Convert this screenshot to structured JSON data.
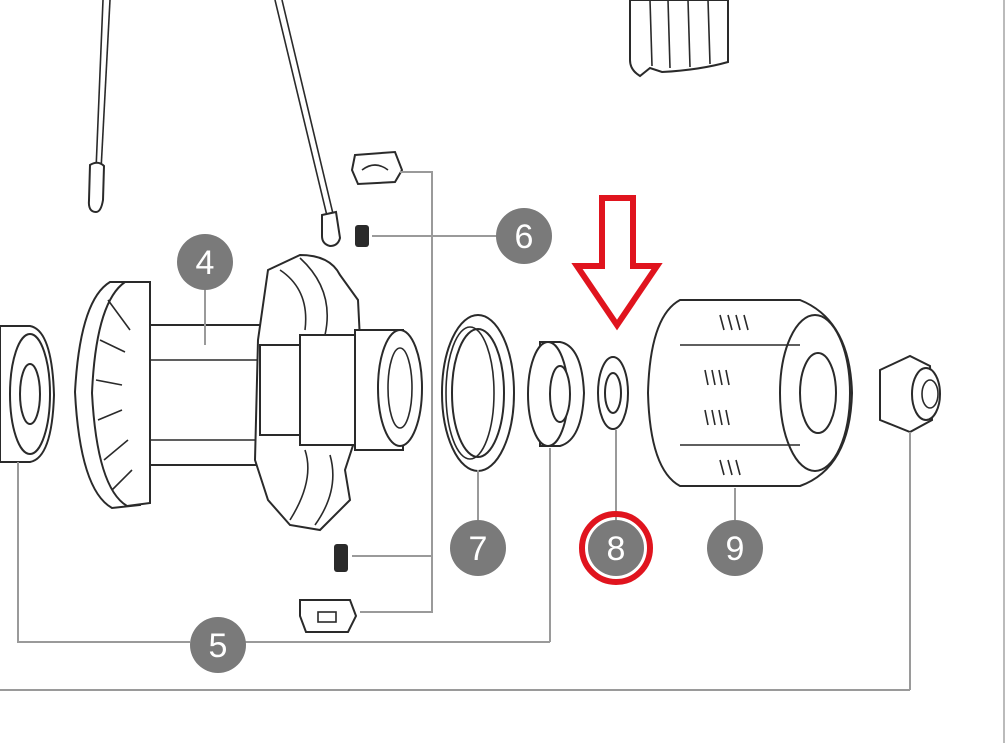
{
  "callouts": {
    "c4": "4",
    "c5": "5",
    "c6": "6",
    "c7": "7",
    "c8": "8",
    "c9": "9"
  },
  "colors": {
    "callout_fill": "#7a7a7a",
    "highlight": "#e0141e",
    "line": "#2a2a2a",
    "leader": "#9a9a9a"
  },
  "annotations": {
    "highlighted_part": "8",
    "arrow_direction": "down"
  }
}
